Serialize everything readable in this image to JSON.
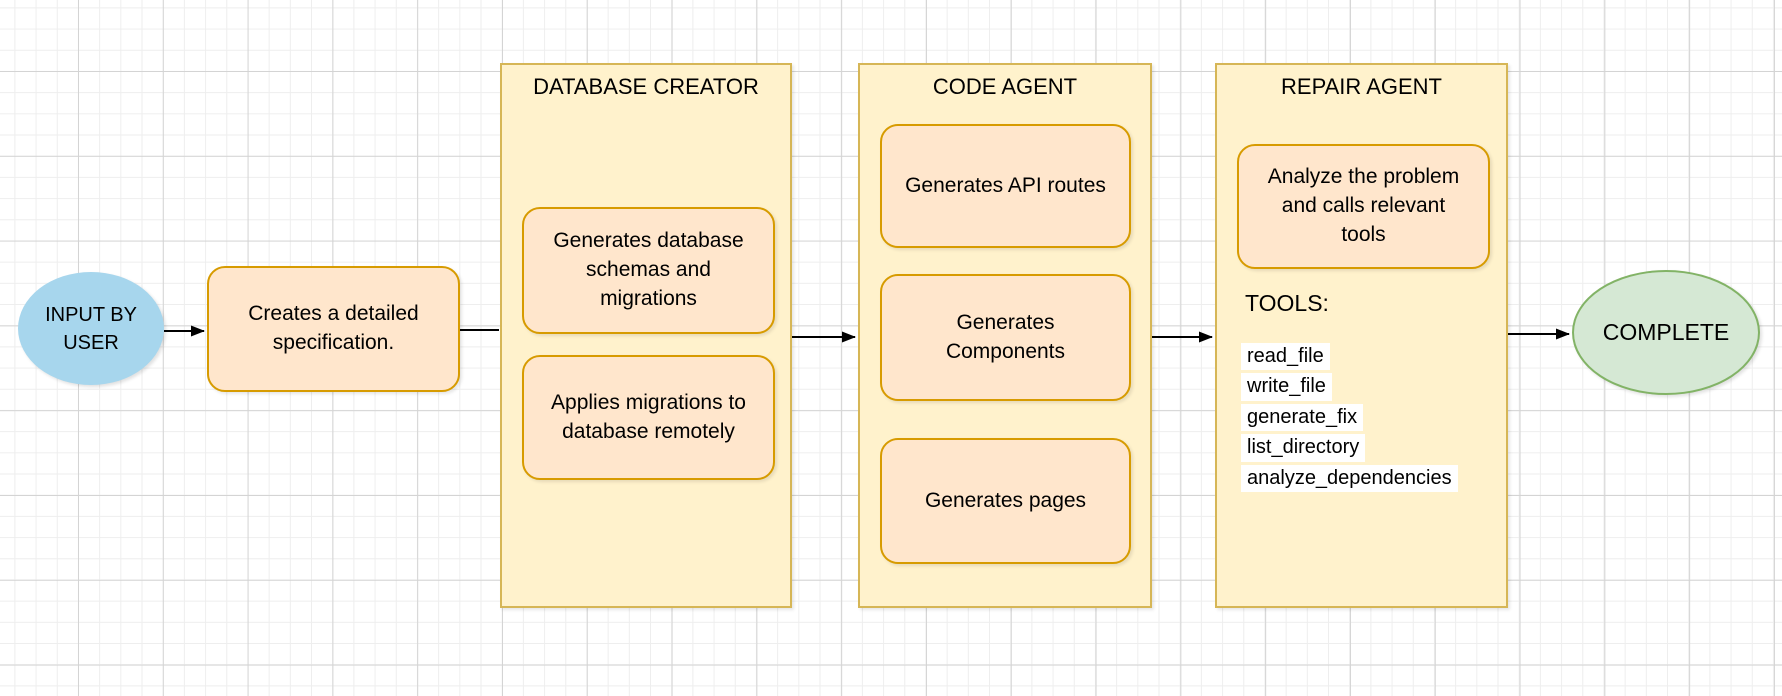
{
  "diagram": {
    "start": {
      "label": "INPUT BY\nUSER"
    },
    "spec": {
      "label": "Creates a detailed\nspecification."
    },
    "database_creator": {
      "title": "DATABASE CREATOR",
      "steps": [
        "Generates database\nschemas and\nmigrations",
        "Applies migrations to\ndatabase remotely"
      ]
    },
    "code_agent": {
      "title": "CODE AGENT",
      "steps": [
        "Generates API routes",
        "Generates\nComponents",
        "Generates pages"
      ]
    },
    "repair_agent": {
      "title": "REPAIR AGENT",
      "steps": [
        "Analyze the problem\nand calls relevant\ntools"
      ],
      "tools_label": "TOOLS:",
      "tools": [
        "read_file",
        "write_file",
        "generate_fix",
        "list_directory",
        "analyze_dependencies"
      ]
    },
    "end": {
      "label": "COMPLETE"
    },
    "colors": {
      "container_fill": "#fff2cc",
      "container_stroke": "#d6b656",
      "step_fill": "#ffe6cc",
      "step_stroke": "#d79b00",
      "start_fill": "#a7d6ed",
      "end_fill": "#d5e8d4",
      "end_stroke": "#82b366",
      "arrow": "#000000",
      "grid_minor": "#eeeeee",
      "grid_major": "#d4d4d4"
    }
  }
}
